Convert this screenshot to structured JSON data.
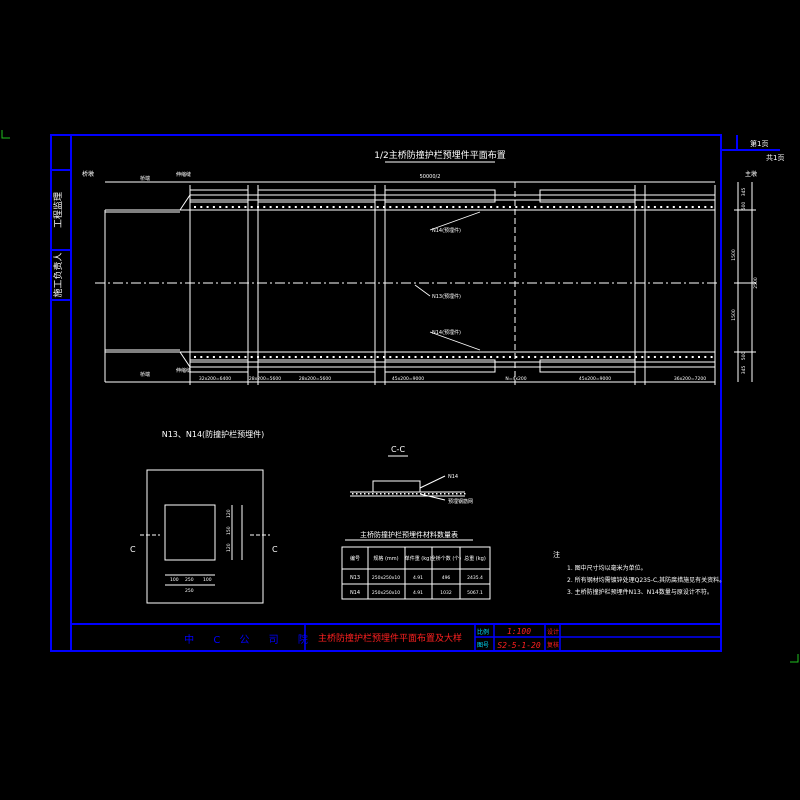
{
  "sheet": {
    "side_labels": [
      "工程监理",
      "施工负责人"
    ],
    "corner_tag_1": "第1页",
    "corner_tag_2": "共1页"
  },
  "plan": {
    "title": "1/2主桥防撞护栏预埋件平面布置",
    "left_end": "桥墩",
    "right_end": "主墩",
    "left_joint_label": "伸缩缝",
    "top_left_label": "桥端",
    "bottom_left_label": "桥端",
    "bottom_joint_label": "伸缩缝",
    "top_dimension": "50000/2",
    "labels": [
      "N14(预埋件)",
      "N13(预埋件)",
      "N14(预埋件)"
    ],
    "bottom_dimensions": [
      "32x200=6400",
      "28x200=5600",
      "28x200=5600",
      "45x200=9000",
      "N=4x200",
      "45x200=9000",
      "36x200=7200"
    ],
    "right_dimensions": [
      "345",
      "500",
      "1500",
      "1500",
      "500",
      "345",
      "2500"
    ]
  },
  "detail": {
    "title": "N13、N14(防撞护栏预埋件)",
    "section_mark": "C",
    "dims": [
      "100",
      "250",
      "100",
      "250",
      "120",
      "150",
      "120"
    ]
  },
  "section_cc": {
    "title": "C-C",
    "label_1": "N14",
    "label_2": "预埋钢筋网"
  },
  "quantity_table": {
    "title": "主桥防撞护栏预埋件材料数量表",
    "headers": [
      "编号",
      "规格\n(mm)",
      "单件重\n(kg)",
      "全桥个数\n(个)",
      "总重\n(kg)"
    ],
    "rows": [
      [
        "N13",
        "250x250x10",
        "4.91",
        "496",
        "2435.4"
      ],
      [
        "N14",
        "250x250x10",
        "4.91",
        "1032",
        "5067.1"
      ]
    ]
  },
  "notes": {
    "heading": "注",
    "items": [
      "1. 图中尺寸均以毫米为单位。",
      "2. 所有钢材均需镀锌处理Q235-C,其防腐措施见有关资料。",
      "3. 主桥防撞护栏预埋件N13、N14数量与原设计不符。"
    ]
  },
  "title_block": {
    "company": "中 C 公 司 院",
    "drawing_title": "主桥防撞护栏预埋件平面布置及大样",
    "scale_label": "比例",
    "scale_value": "1:100",
    "number_label": "图号",
    "number_value": "S2-5-1-20",
    "design_label": "设计",
    "check_label": "复核"
  },
  "colors": {
    "frame": "#0000ff",
    "line": "#ffffff",
    "accent_red": "#ff2020",
    "accent_cyan": "#00e0ff",
    "dim_green": "#20c020"
  }
}
